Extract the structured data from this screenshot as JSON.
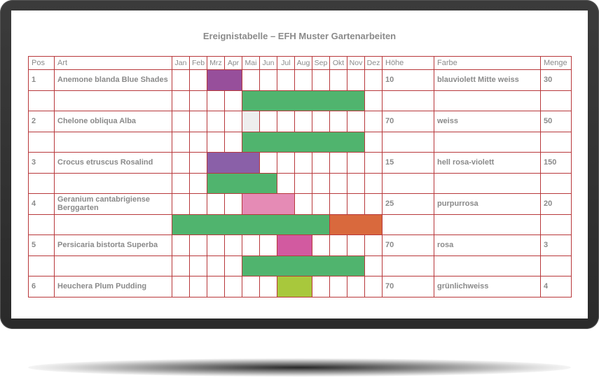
{
  "title": "Ereignistabelle – EFH Muster Gartenarbeiten",
  "columns": {
    "pos": "Pos",
    "art": "Art",
    "months": [
      "Jan",
      "Feb",
      "Mrz",
      "Apr",
      "Mai",
      "Jun",
      "Jul",
      "Aug",
      "Sep",
      "Okt",
      "Nov",
      "Dez"
    ],
    "hoehe": "Höhe",
    "farbe": "Farbe",
    "menge": "Menge"
  },
  "colors": {
    "grid": "#b8383b",
    "text": "#8a8a8a",
    "planting": "#50b46e"
  },
  "rows": [
    {
      "pos": "1",
      "art": "Anemone blanda Blue Shades",
      "hoehe": "10",
      "farbe": "blauviolett Mitte weiss",
      "menge": "30",
      "bloom": {
        "start": 3,
        "end": 4,
        "color": "#974f9b"
      },
      "activity": [
        {
          "start": 5,
          "end": 11,
          "color": "#50b46e"
        }
      ]
    },
    {
      "pos": "2",
      "art": "Chelone obliqua Alba",
      "hoehe": "70",
      "farbe": "weiss",
      "menge": "50",
      "bloom": {
        "start": 5,
        "end": 5,
        "color": "#eeeeee"
      },
      "activity": [
        {
          "start": 5,
          "end": 11,
          "color": "#50b46e"
        }
      ]
    },
    {
      "pos": "3",
      "art": "Crocus etruscus Rosalind",
      "hoehe": "15",
      "farbe": "hell rosa-violett",
      "menge": "150",
      "bloom": {
        "start": 3,
        "end": 5,
        "color": "#8a60a8"
      },
      "activity": [
        {
          "start": 3,
          "end": 6,
          "color": "#50b46e"
        }
      ]
    },
    {
      "pos": "4",
      "art": "Geranium cantabrigiense Berggarten",
      "hoehe": "25",
      "farbe": "purpurrosa",
      "menge": "20",
      "bloom": {
        "start": 5,
        "end": 7,
        "color": "#e58bb5"
      },
      "activity": [
        {
          "start": 1,
          "end": 9,
          "color": "#50b46e"
        },
        {
          "start": 10,
          "end": 12,
          "color": "#d9693d"
        }
      ]
    },
    {
      "pos": "5",
      "art": "Persicaria bistorta Superba",
      "hoehe": "70",
      "farbe": "rosa",
      "menge": "3",
      "bloom": {
        "start": 7,
        "end": 8,
        "color": "#d25aa0"
      },
      "activity": [
        {
          "start": 5,
          "end": 11,
          "color": "#50b46e"
        }
      ]
    },
    {
      "pos": "6",
      "art": "Heuchera Plum Pudding",
      "hoehe": "70",
      "farbe": "grünlichweiss",
      "menge": "4",
      "bloom": {
        "start": 7,
        "end": 8,
        "color": "#a8c83c"
      },
      "activity": []
    }
  ]
}
